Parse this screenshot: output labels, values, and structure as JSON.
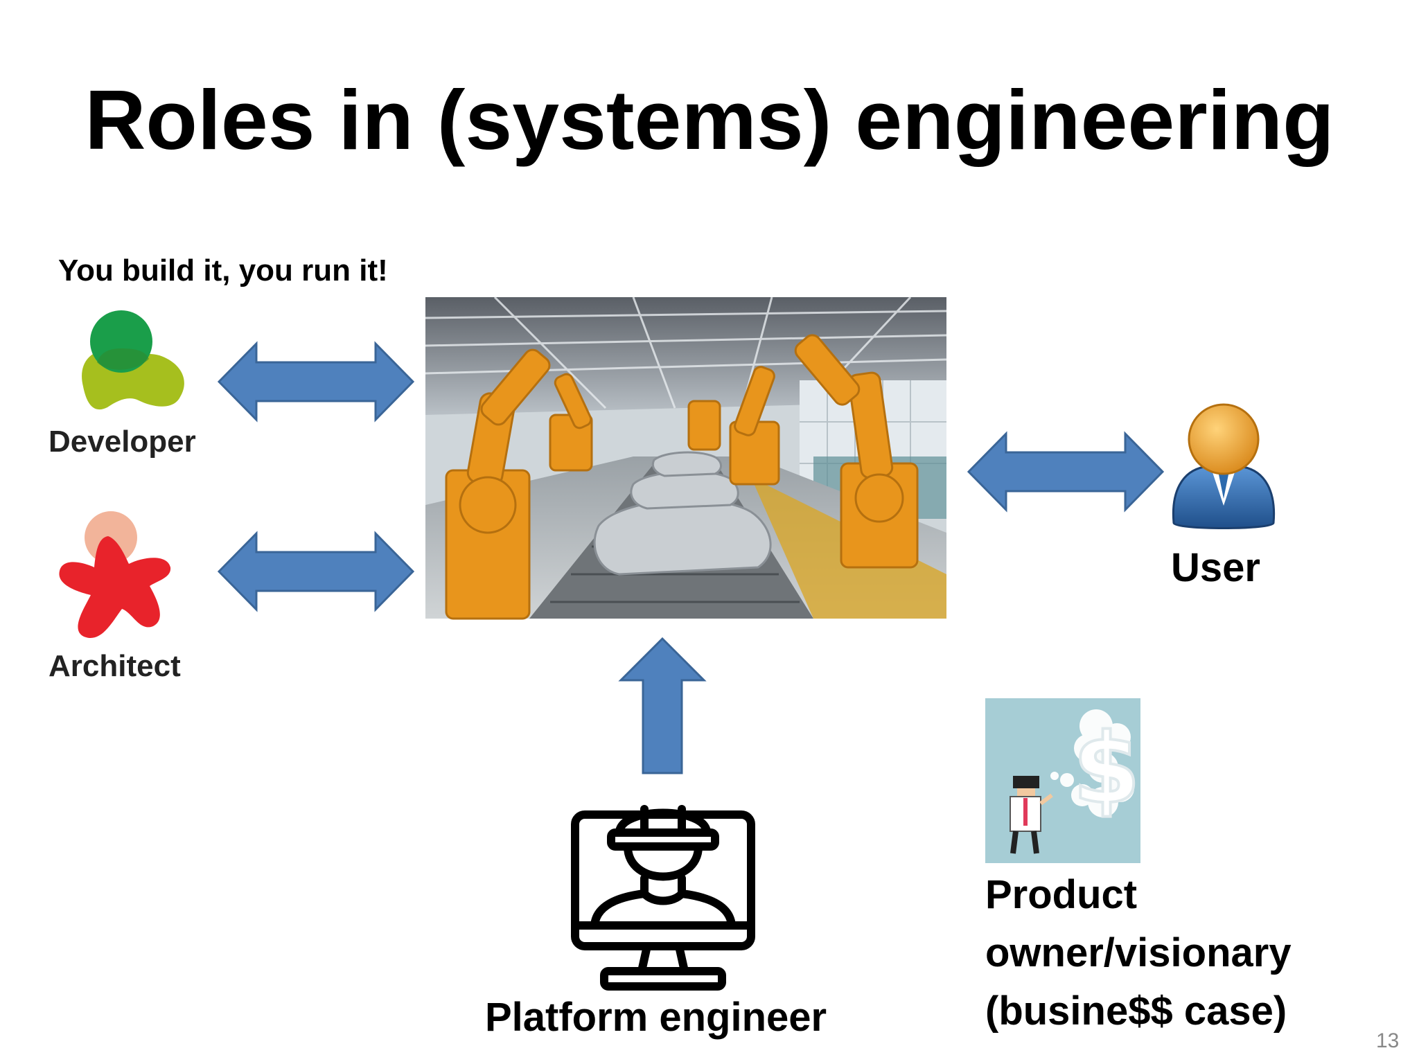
{
  "slide": {
    "title": "Roles in (systems) engineering",
    "tagline": "You build it, you run it!",
    "page_number": "13"
  },
  "roles": {
    "developer": "Developer",
    "architect": "Architect",
    "user": "User",
    "platform_engineer": "Platform engineer",
    "product_owner": "Product owner/visionary (busine$$ case)"
  },
  "colors": {
    "arrow_fill": "#4f81bd",
    "arrow_stroke": "#3a6597",
    "developer_head": "#1a9e4a",
    "developer_body": "#a6bf1e",
    "architect_head": "#f2b49a",
    "architect_body": "#e8232b",
    "user_head": "#f0a020",
    "user_body": "#2c6aad",
    "robot_orange": "#e8951c",
    "product_owner_bg": "#a6cdd5"
  }
}
